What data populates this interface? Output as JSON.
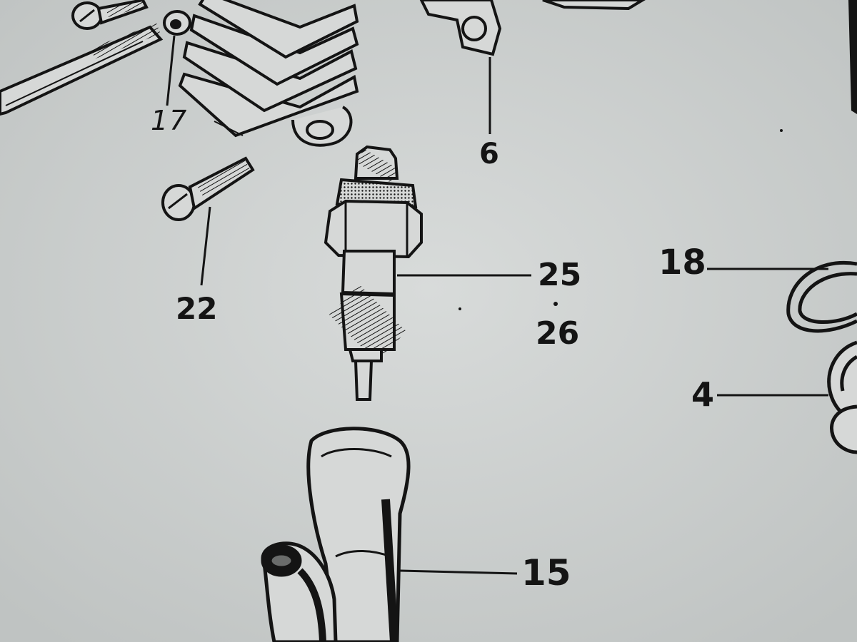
{
  "diagram": {
    "background": "#d2d5d4",
    "ink": "#141414",
    "callouts": {
      "c17": "17",
      "c6": "6",
      "c22": "22",
      "c25": "25",
      "c26": "26",
      "c18": "18",
      "c4": "4",
      "c15": "15"
    },
    "parts": [
      "screw-icon",
      "washer-icon",
      "cylinder-head-fins-icon",
      "mounting-bracket-icon",
      "spark-plug-icon",
      "spark-plug-cap-icon",
      "o-ring-icon",
      "nut-icon"
    ]
  }
}
